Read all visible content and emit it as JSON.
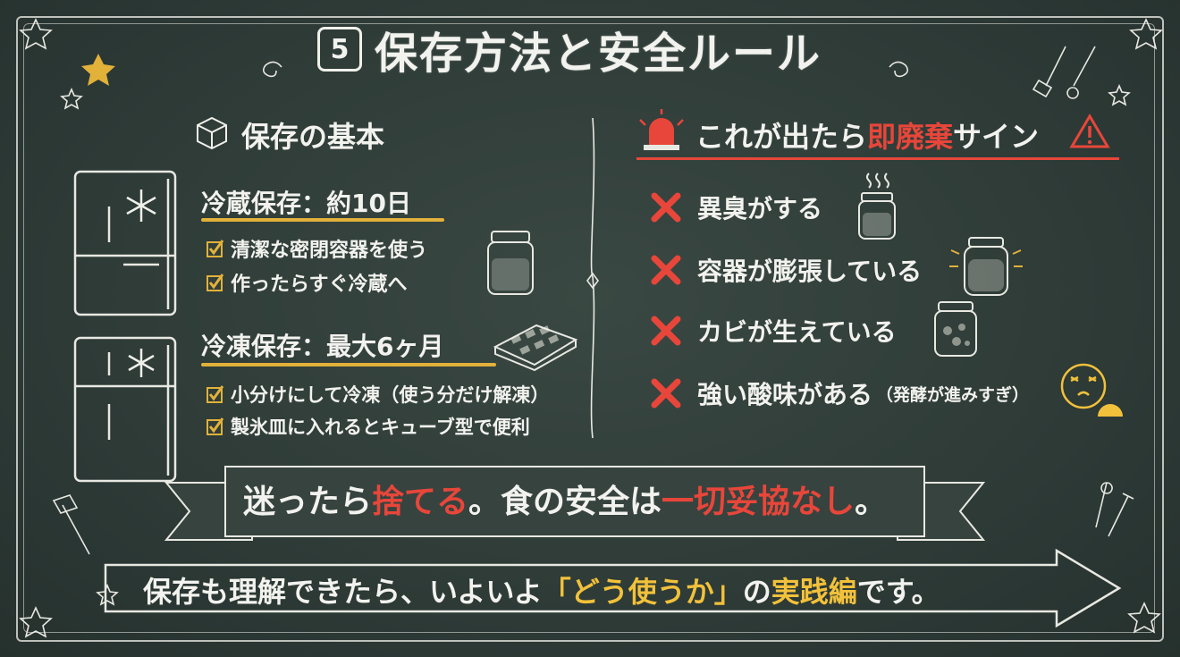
{
  "title": {
    "number": "5",
    "text": "保存方法と安全ルール"
  },
  "left": {
    "heading": "保存の基本",
    "fridge": {
      "title": "冷蔵保存：約10日",
      "items": [
        "清潔な密閉容器を使う",
        "作ったらすぐ冷蔵へ"
      ]
    },
    "freezer": {
      "title": "冷凍保存：最大6ヶ月",
      "items": [
        "小分けにして冷凍（使う分だけ解凍）",
        "製氷皿に入れるとキューブ型で便利"
      ]
    }
  },
  "right": {
    "heading_pre": "これが出たら",
    "heading_red": "即廃棄",
    "heading_post": "サイン",
    "signs": [
      {
        "text": "異臭がする",
        "note": ""
      },
      {
        "text": "容器が膨張している",
        "note": ""
      },
      {
        "text": "カビが生えている",
        "note": ""
      },
      {
        "text": "強い酸味がある",
        "note": "（発酵が進みすぎ）"
      }
    ]
  },
  "banner": {
    "p1": "迷ったら",
    "p2": "捨てる",
    "p3": "。食の安全は",
    "p4": "一切妥協なし",
    "p5": "。"
  },
  "footer": {
    "p1": "保存も理解できたら、いよいよ",
    "p2": "「どう使うか」",
    "p3": "の",
    "p4": "実践編",
    "p5": "です。"
  },
  "colors": {
    "accent_red": "#e8463a",
    "accent_yellow": "#f2c13b",
    "board": "#2f3c38"
  }
}
